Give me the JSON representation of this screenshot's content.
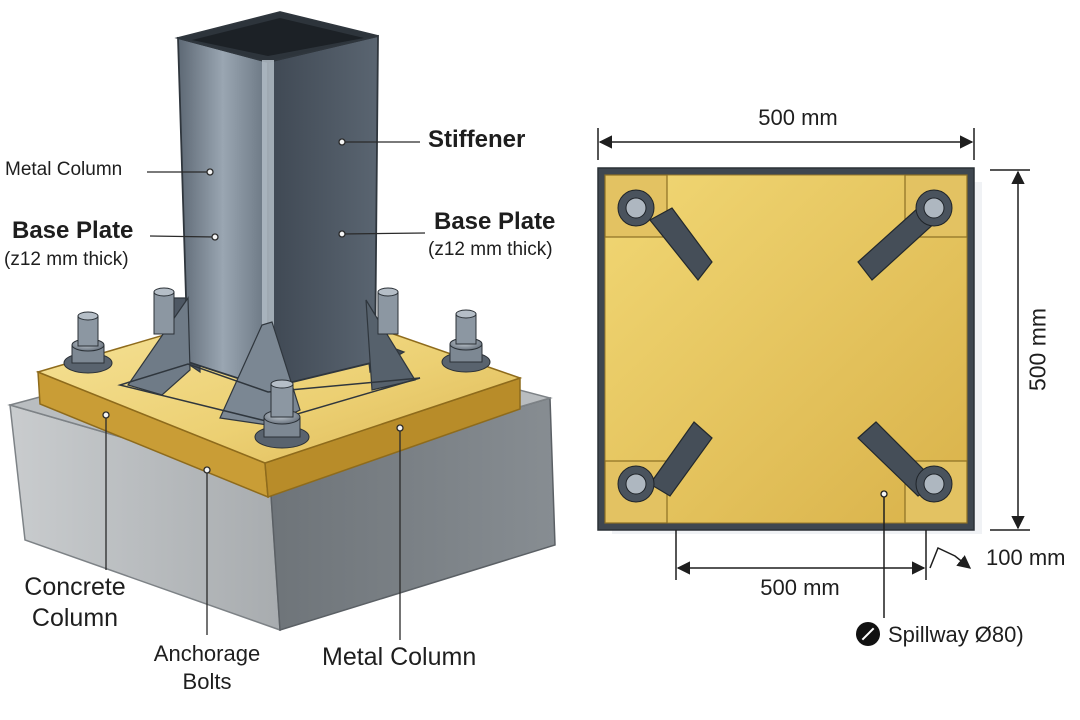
{
  "left_view": {
    "labels": {
      "metal_column_top": "Metal Column",
      "base_plate_left": "Base Plate",
      "base_plate_left_note": "(z12 mm thick)",
      "stiffener": "Stiffener",
      "base_plate_right": "Base Plate",
      "base_plate_right_note": "(z12 mm thick)",
      "concrete_column_line1": "Concrete",
      "concrete_column_line2": "Column",
      "anchorage_bolts_line1": "Anchorage",
      "anchorage_bolts_line2": "Bolts",
      "metal_column_bottom": "Metal Column"
    }
  },
  "right_view": {
    "dimensions": {
      "top_width": "500 mm",
      "right_height": "500 mm",
      "bottom_width": "500 mm",
      "offset": "100 mm"
    },
    "spillway": {
      "label": "Spillway Ø80)",
      "icon": "diameter-circle-icon"
    }
  },
  "colors": {
    "steel": "#4f5a66",
    "steel_light": "#8a97a4",
    "plate": "#e6c25a",
    "plate_dark": "#b8902e",
    "concrete": "#a9adb0",
    "concrete_dark": "#6f7478",
    "ink": "#1e1e1e"
  }
}
